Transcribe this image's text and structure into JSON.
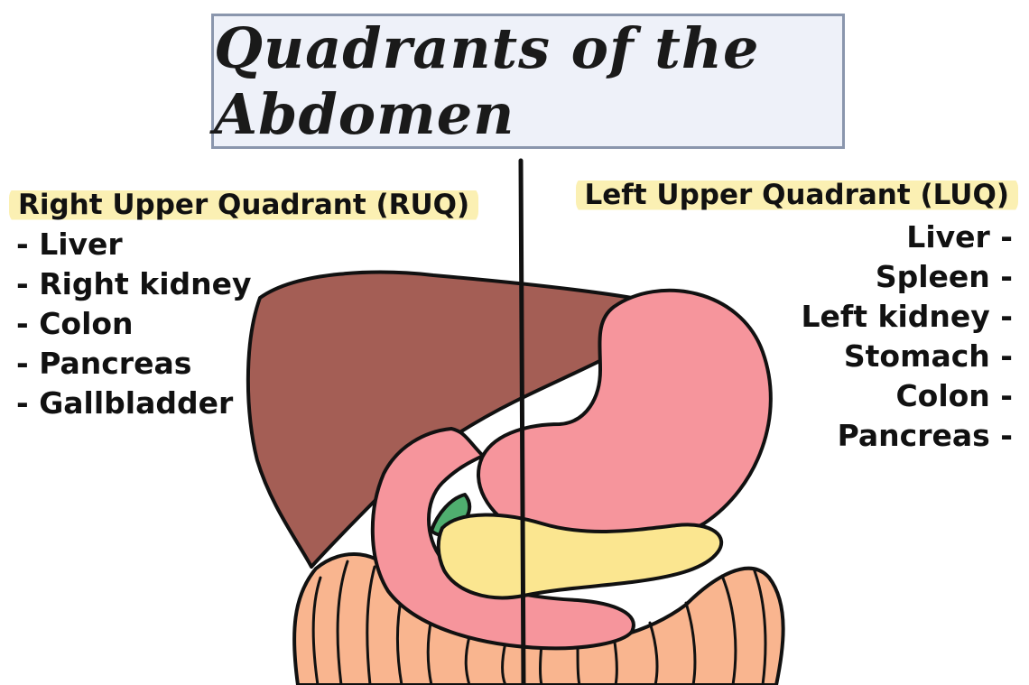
{
  "title": "Quadrants of the Abdomen",
  "colors": {
    "title_box_fill": "#eef1f9",
    "title_box_border": "#8a96ad",
    "highlight": "#fbf0b3",
    "liver": "#a45e55",
    "stomach": "#f6959c",
    "pancreas": "#fbe690",
    "colon": "#f9b58f",
    "gallbladder": "#4fae6f",
    "outline": "#111111"
  },
  "right_upper_quadrant": {
    "title": "Right Upper Quadrant (RUQ)",
    "organs": [
      "Liver",
      "Right kidney",
      "Colon",
      "Pancreas",
      "Gallbladder"
    ]
  },
  "left_upper_quadrant": {
    "title": "Left Upper Quadrant (LUQ)",
    "organs": [
      "Liver",
      "Spleen",
      "Left kidney",
      "Stomach",
      "Colon",
      "Pancreas"
    ]
  },
  "illustration": {
    "organs": [
      "liver",
      "stomach",
      "duodenum",
      "pancreas",
      "gallbladder",
      "colon"
    ]
  }
}
